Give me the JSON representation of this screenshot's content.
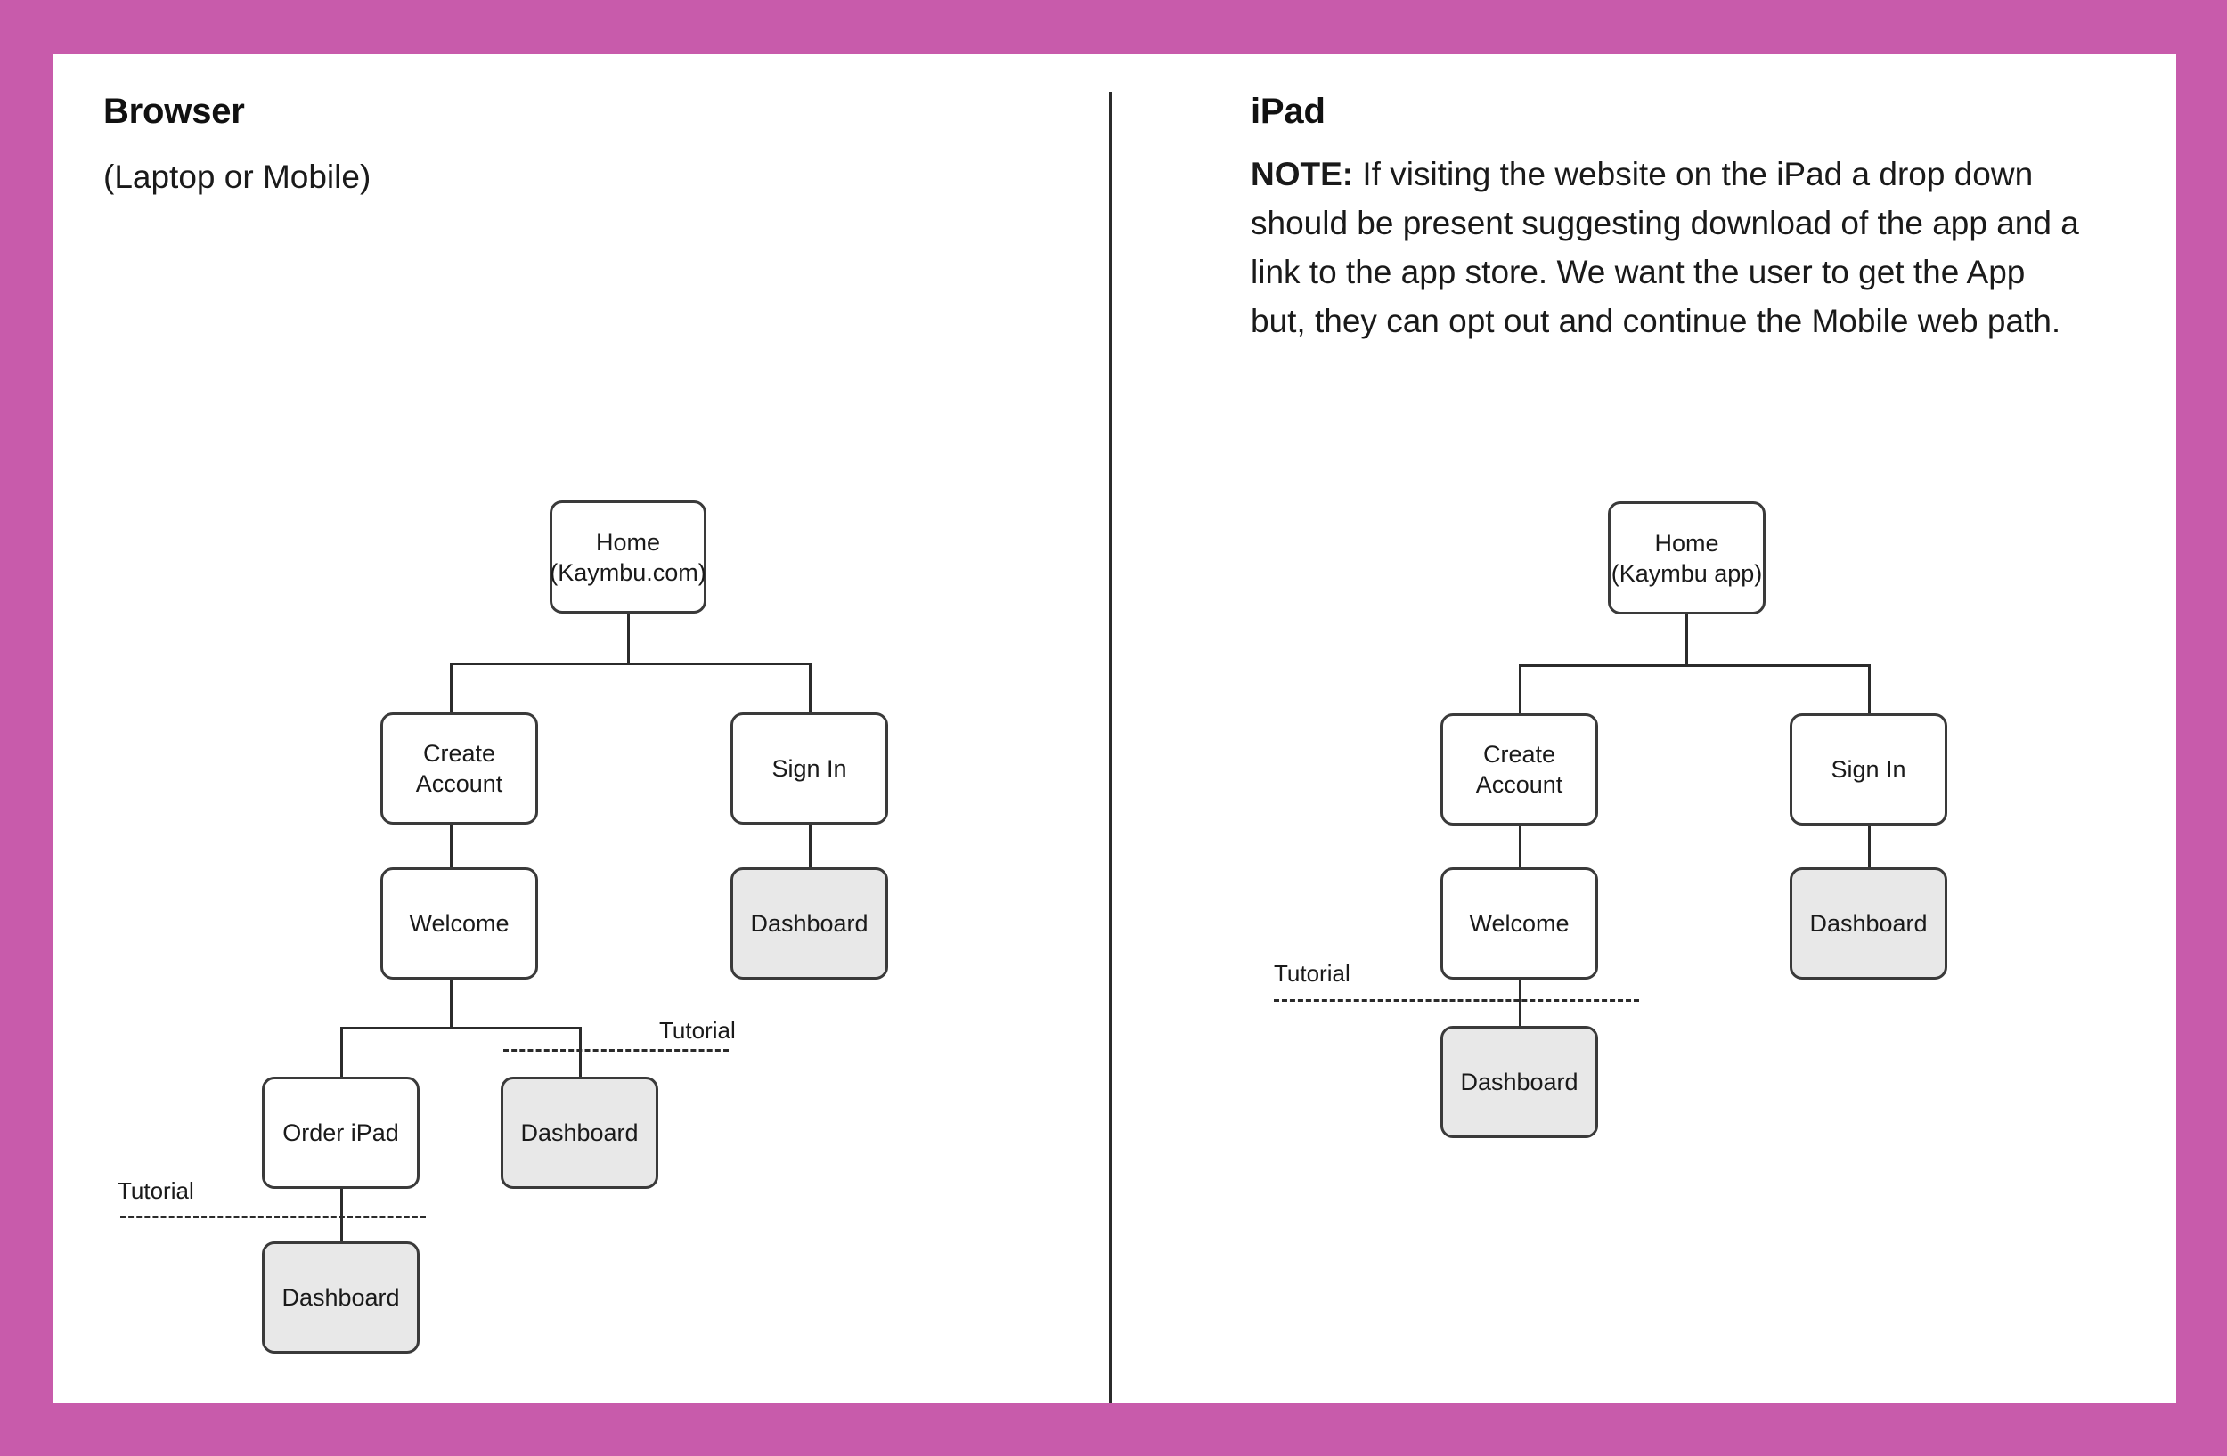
{
  "page": {
    "background_color": "#c85bab",
    "sheet_color": "#ffffff",
    "node_border_color": "#3a3a3a",
    "node_shaded_fill": "#e8e8e8",
    "divider_color": "#2b2b2b"
  },
  "left_column": {
    "title": "Browser",
    "subtitle": "(Laptop or Mobile)"
  },
  "right_column": {
    "title": "iPad",
    "note_label": "NOTE:",
    "note_body": " If visiting the website on the iPad a drop down should be present suggesting download of the app and a link to the app store. We want the user to get the App but, they can opt out and continue the Mobile web path."
  },
  "browser_diagram": {
    "nodes": {
      "home": "Home\n(Kaymbu.com)",
      "create_account": "Create\nAccount",
      "sign_in": "Sign In",
      "welcome": "Welcome",
      "dashboard_signin": "Dashboard",
      "order_ipad": "Order iPad",
      "dashboard_welcome": "Dashboard",
      "dashboard_order": "Dashboard"
    },
    "tutorial_label_upper": "Tutorial",
    "tutorial_label_lower": "Tutorial"
  },
  "ipad_diagram": {
    "nodes": {
      "home": "Home\n(Kaymbu app)",
      "create_account": "Create\nAccount",
      "sign_in": "Sign In",
      "welcome": "Welcome",
      "dashboard_signin": "Dashboard",
      "dashboard_welcome": "Dashboard"
    },
    "tutorial_label": "Tutorial"
  }
}
